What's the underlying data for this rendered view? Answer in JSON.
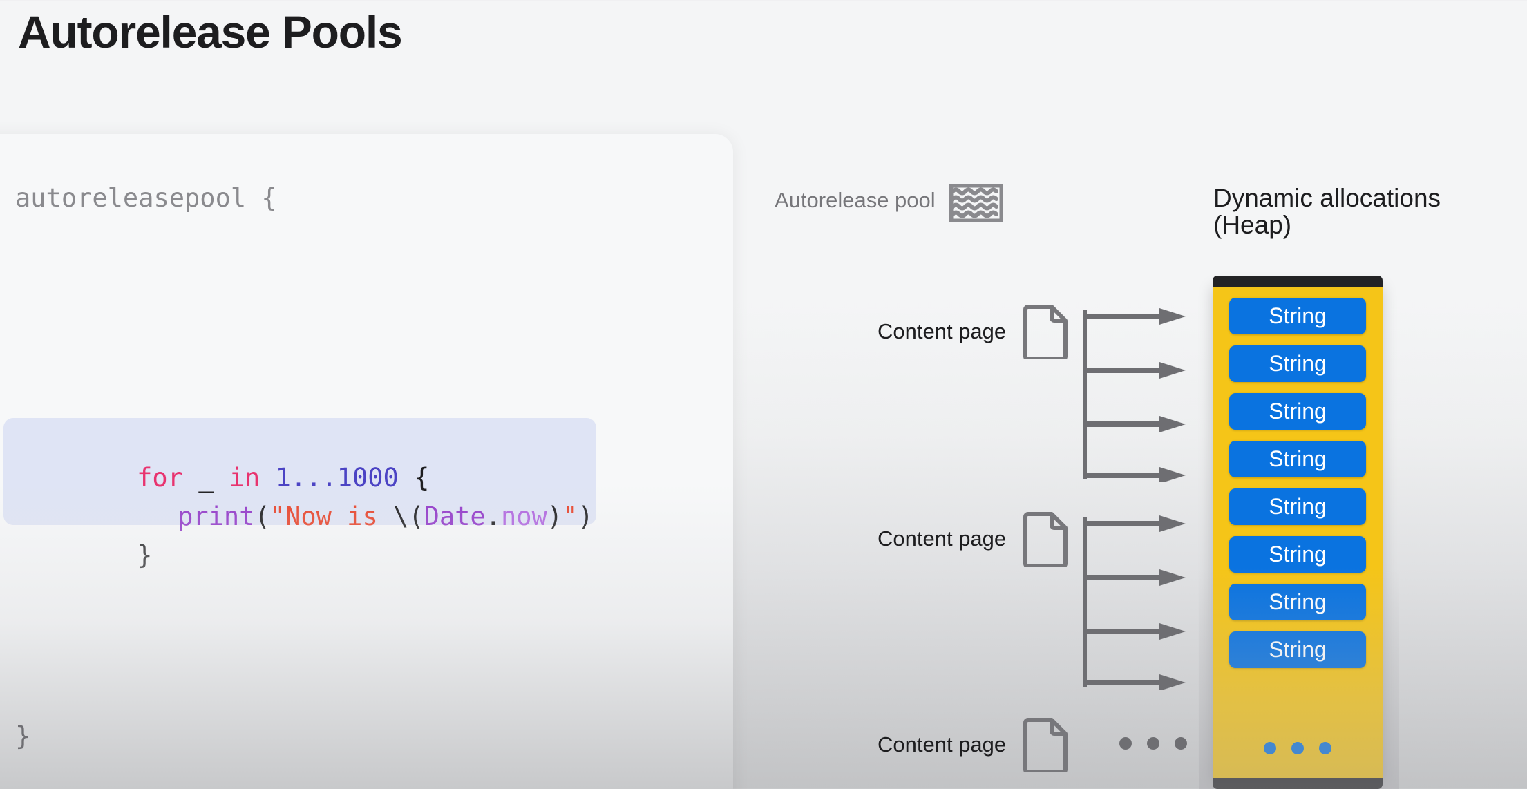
{
  "slide": {
    "title": "Autorelease Pools"
  },
  "code": {
    "open_line": "autoreleasepool {",
    "close_line": "}",
    "highlight": {
      "line1": {
        "indent": "    ",
        "kw_for": "for",
        "underscore": " _ ",
        "kw_in": "in",
        "space": " ",
        "range": "1...1000",
        "brace": " {"
      },
      "line2": {
        "indent": "        ",
        "fn": "print",
        "paren_open": "(",
        "quote_open": "\"",
        "str_text": "Now is ",
        "interp_open": "\\(",
        "type": "Date",
        "dot": ".",
        "prop": "now",
        "interp_close": ")",
        "quote_close": "\"",
        "paren_close": ")"
      },
      "line3": {
        "indent": "    ",
        "brace": "}"
      }
    }
  },
  "diagram": {
    "pool_label": "Autorelease pool",
    "pool_icon": "pool-waves-icon",
    "heap_title_line1": "Dynamic allocations",
    "heap_title_line2": "(Heap)",
    "content_pages": [
      {
        "label": "Content page",
        "icon": "document-icon",
        "arrows": 4
      },
      {
        "label": "Content page",
        "icon": "document-icon",
        "arrows": 4
      },
      {
        "label": "Content page",
        "icon": "document-icon",
        "arrows": 0
      }
    ],
    "ellipsis_left": "•••",
    "heap_items": [
      "String",
      "String",
      "String",
      "String",
      "String",
      "String",
      "String",
      "String"
    ],
    "heap_ellipsis": "•••"
  },
  "colors": {
    "heap_fill": "#f5c518",
    "heap_cap": "#232325",
    "string_box": "#0a73e0",
    "string_text": "#ffffff",
    "arrow_gray": "#6e6e72",
    "keyword_pink": "#e8336f",
    "number_indigo": "#4b43c4",
    "function_purple": "#9238c9",
    "string_red": "#e8432a",
    "property_violet": "#b166e0",
    "highlight_bg": "#dfe4f5",
    "title_black": "#1d1d1f"
  }
}
